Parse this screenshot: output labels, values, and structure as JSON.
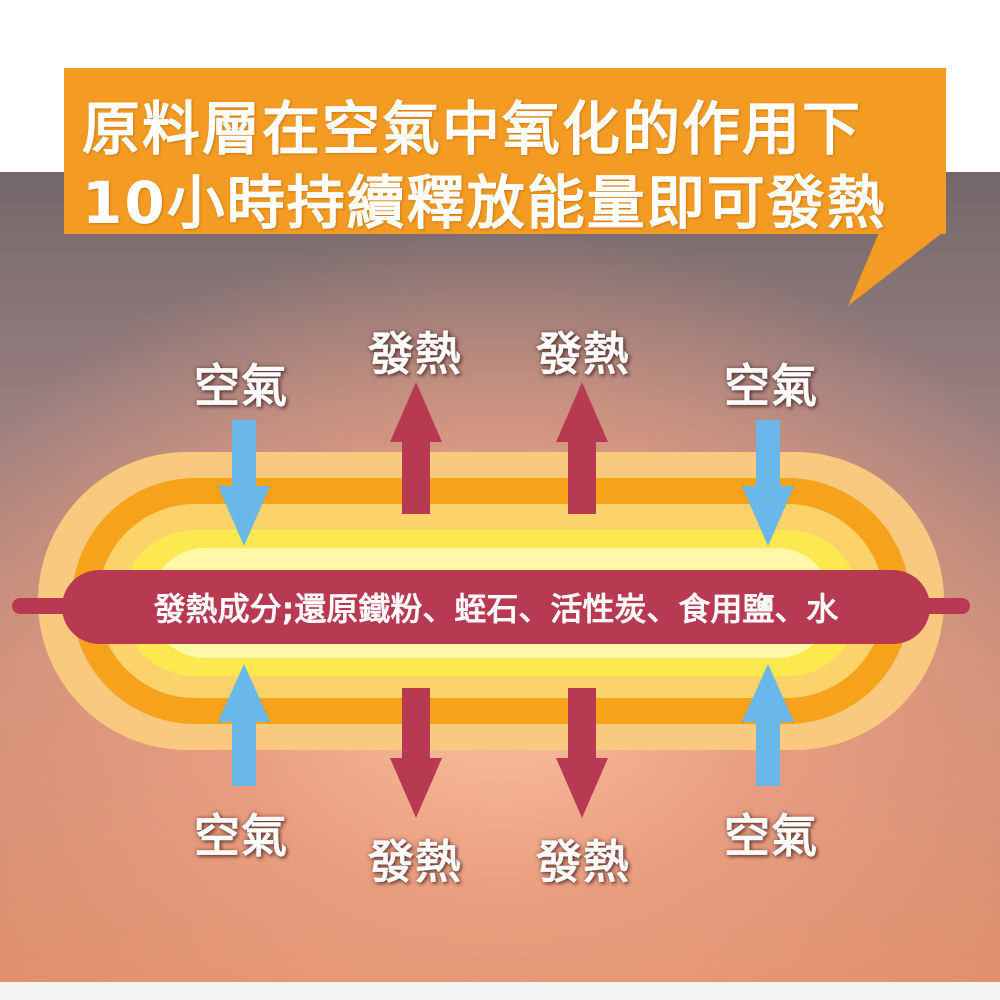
{
  "banner": {
    "line1": "原料層在空氣中氧化的作用下",
    "line2": "10小時持續釋放能量即可發熱"
  },
  "labels": {
    "air": "空氣",
    "heat": "發熱"
  },
  "ingredients": "發熱成分;還原鐵粉、蛭石、活性炭、食用鹽、水",
  "colors": {
    "banner": "#f39b22",
    "bar": "#b83a52",
    "air_arrow": "#6ab8ea",
    "heat_arrow": "#b83a52",
    "outer_layer": "#f8c97e",
    "orange_layer": "#f7a21b",
    "yellow_layer": "#fce94f",
    "core": "#fff8a8"
  }
}
